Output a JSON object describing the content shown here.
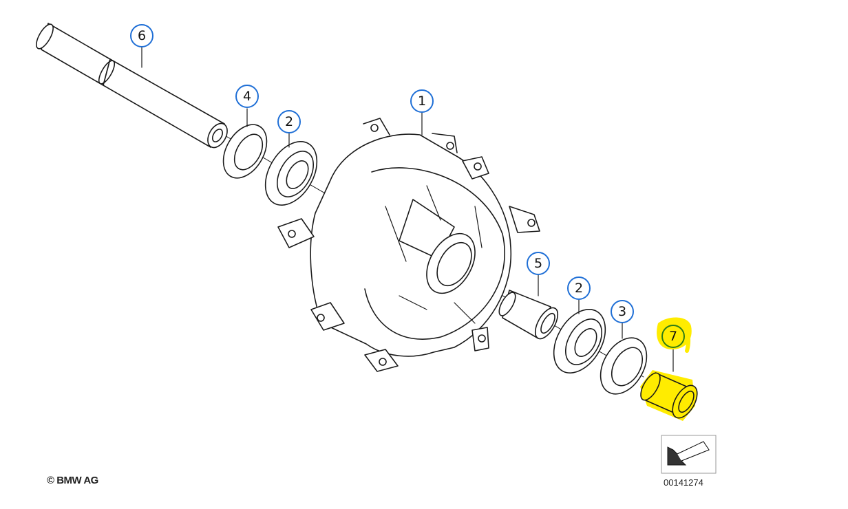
{
  "diagram": {
    "copyright": "© BMW AG",
    "diagram_id": "00141274",
    "highlight_color": "#ffec00",
    "callout_ring_color": "#1f6fd6",
    "callout_highlight_ring_color": "#2e7d16",
    "callouts": [
      {
        "num": "1",
        "part": "rear-wheel-hub"
      },
      {
        "num": "2",
        "part": "ball-bearing-left"
      },
      {
        "num": "2",
        "part": "ball-bearing-right"
      },
      {
        "num": "3",
        "part": "shaft-seal-right"
      },
      {
        "num": "4",
        "part": "shaft-seal-left"
      },
      {
        "num": "5",
        "part": "spacer-sleeve"
      },
      {
        "num": "6",
        "part": "spacer-tube"
      },
      {
        "num": "7",
        "part": "spacer-bush",
        "highlighted": true
      }
    ]
  }
}
